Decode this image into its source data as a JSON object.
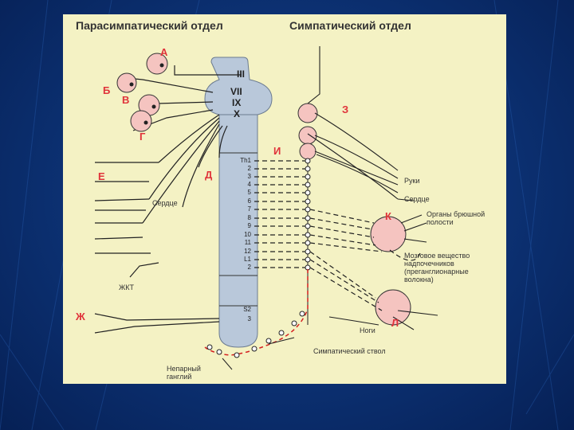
{
  "titles": {
    "parasympathetic": "Парасимпатический отдел",
    "sympathetic": "Симпатический отдел"
  },
  "letters": [
    "А",
    "Б",
    "В",
    "Г",
    "Е",
    "Д",
    "Ж",
    "З",
    "И",
    "К",
    "Л"
  ],
  "cranial_nerves": [
    "III",
    "VII",
    "IX",
    "X"
  ],
  "spinal_segments": [
    "Th1",
    "2",
    "3",
    "4",
    "5",
    "6",
    "7",
    "8",
    "9",
    "10",
    "11",
    "12",
    "L1",
    "2"
  ],
  "sacral_segments": [
    "S2",
    "3"
  ],
  "labels": {
    "heart_left": "Сердце",
    "gi_tract": "ЖКТ",
    "arms": "Руки",
    "heart_right": "Сердце",
    "abdominal_organs": "Органы брюшной полости",
    "adrenal_medulla": "Мозговое вещество надпочечников (преганглионарные волокна)",
    "legs": "Ноги",
    "sympathetic_trunk": "Симпатический ствол",
    "unpaired_ganglion": "Непарный ганглий"
  },
  "colors": {
    "panel": "#f4f2c4",
    "spinal_cord": "#b9c8da",
    "ganglion": "#f5c4c0",
    "letter": "#e0333a",
    "trunk_dash": "#d42020"
  }
}
